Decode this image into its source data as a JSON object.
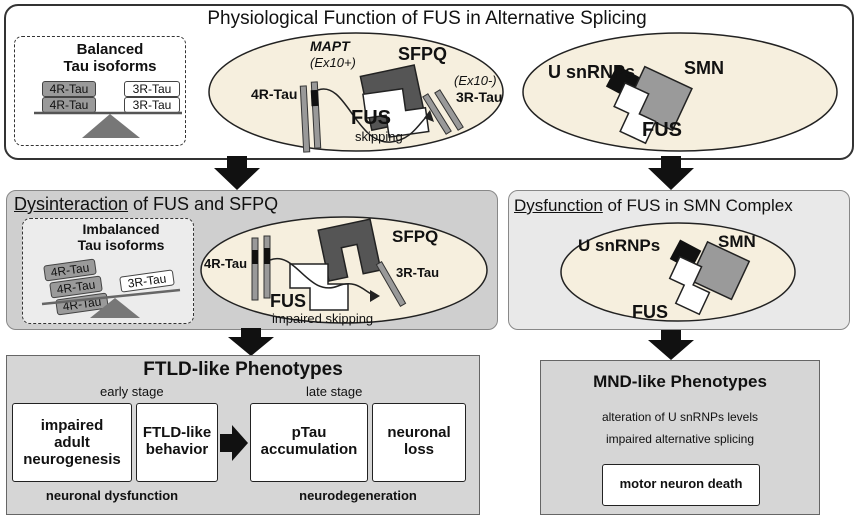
{
  "top": {
    "title": "Physiological Function of FUS in Alternative Splicing",
    "balanced": {
      "heading1": "Balanced",
      "heading2": "Tau isoforms",
      "left_top": "4R-Tau",
      "left_bottom": "4R-Tau",
      "right_top": "3R-Tau",
      "right_bottom": "3R-Tau"
    },
    "splicing": {
      "mapt": "MAPT",
      "ex10plus": "(Ex10+)",
      "ex10minus": "(Ex10-)",
      "tau4r": "4R-Tau",
      "tau3r": "3R-Tau",
      "sfpq": "SFPQ",
      "fus": "FUS",
      "skipping": "skipping"
    },
    "smn": {
      "usnrnps": "U snRNPs",
      "smn": "SMN",
      "fus": "FUS"
    }
  },
  "left_mid": {
    "title_underlined": "Dysinteraction",
    "title_rest": " of FUS and SFPQ",
    "imbalanced": {
      "heading1": "Imbalanced",
      "heading2": "Tau isoforms",
      "tau_a": "4R-Tau",
      "tau_b": "4R-Tau",
      "tau_c": "4R-Tau",
      "tau_d": "3R-Tau"
    },
    "splicing": {
      "tau4r": "4R-Tau",
      "tau3r": "3R-Tau",
      "sfpq": "SFPQ",
      "fus": "FUS",
      "impaired": "impaired skipping"
    }
  },
  "right_mid": {
    "title_underlined": "Dysfunction",
    "title_rest": " of FUS in SMN Complex",
    "usnrnps": "U snRNPs",
    "smn": "SMN",
    "fus": "FUS"
  },
  "ftld": {
    "title": "FTLD-like Phenotypes",
    "early_stage": "early stage",
    "late_stage": "late stage",
    "box1": [
      "impaired",
      "adult",
      "neurogenesis"
    ],
    "box2": [
      "FTLD-like",
      "behavior"
    ],
    "box3": [
      "pTau",
      "accumulation"
    ],
    "box4": [
      "neuronal",
      "loss"
    ],
    "footer_left": "neuronal dysfunction",
    "footer_right": "neurodegeneration"
  },
  "mnd": {
    "title": "MND-like Phenotypes",
    "line1": "alteration of U snRNPs levels",
    "line2": "impaired alternative splicing",
    "death": "motor neuron death"
  },
  "colors": {
    "dark_gray": "#555555",
    "mid_gray": "#9a9a9a",
    "light_gray": "#cfcfcf",
    "ellipse_fill": "#f6efde",
    "arrow": "#111111"
  }
}
